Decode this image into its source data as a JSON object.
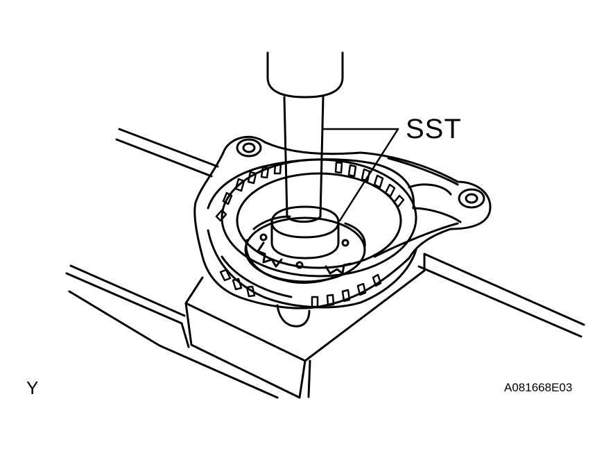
{
  "diagram": {
    "callout_label": "SST",
    "corner_mark": "Y",
    "figure_code": "A081668E03"
  },
  "colors": {
    "line": "#000000",
    "background": "#ffffff"
  }
}
